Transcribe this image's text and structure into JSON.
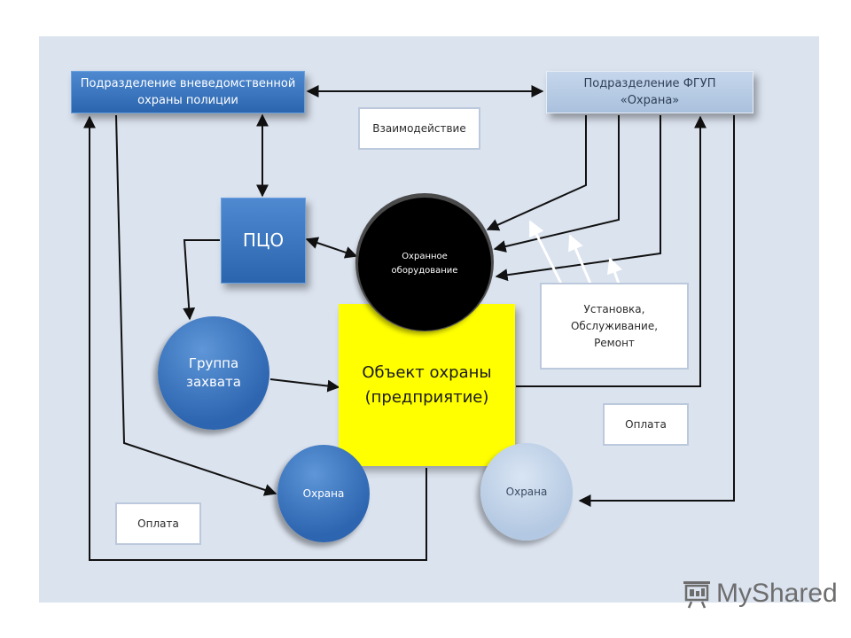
{
  "nodes": {
    "police_division": "Подразделение вневедомственной охраны полиции",
    "fgup_division": "Подразделение ФГУП «Охрана»",
    "interaction": "Взаимодействие",
    "pco": "ПЦО",
    "security_equipment": "Охранное оборудование",
    "capture_group": "Группа захвата",
    "protected_object": "Объект охраны (предприятие)",
    "installation_service": "Установка, Обслуживание, Ремонт",
    "payment_right": "Оплата",
    "payment_left": "Оплата",
    "guard_police": "Охрана",
    "guard_fgup": "Охрана"
  },
  "watermark": {
    "text": "MyShared",
    "icon": "projector-screen-icon"
  },
  "colors": {
    "slide_bg": "#dbe3ef",
    "accent_blue": "#2d65b0",
    "light_blue": "#b3c8e2",
    "object_yellow": "#ffff00"
  }
}
